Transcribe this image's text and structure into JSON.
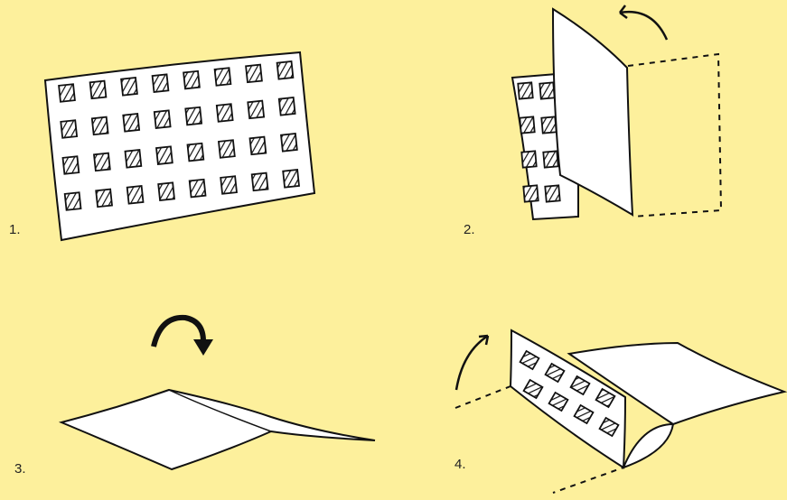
{
  "steps": [
    {
      "label": "1."
    },
    {
      "label": "2."
    },
    {
      "label": "3."
    },
    {
      "label": "4."
    }
  ],
  "colors": {
    "background": "#fdf09c",
    "paper": "#ffffff",
    "ink": "#1a1a1a"
  },
  "icons": [
    "curved-arrow-icon",
    "dashed-outline"
  ]
}
